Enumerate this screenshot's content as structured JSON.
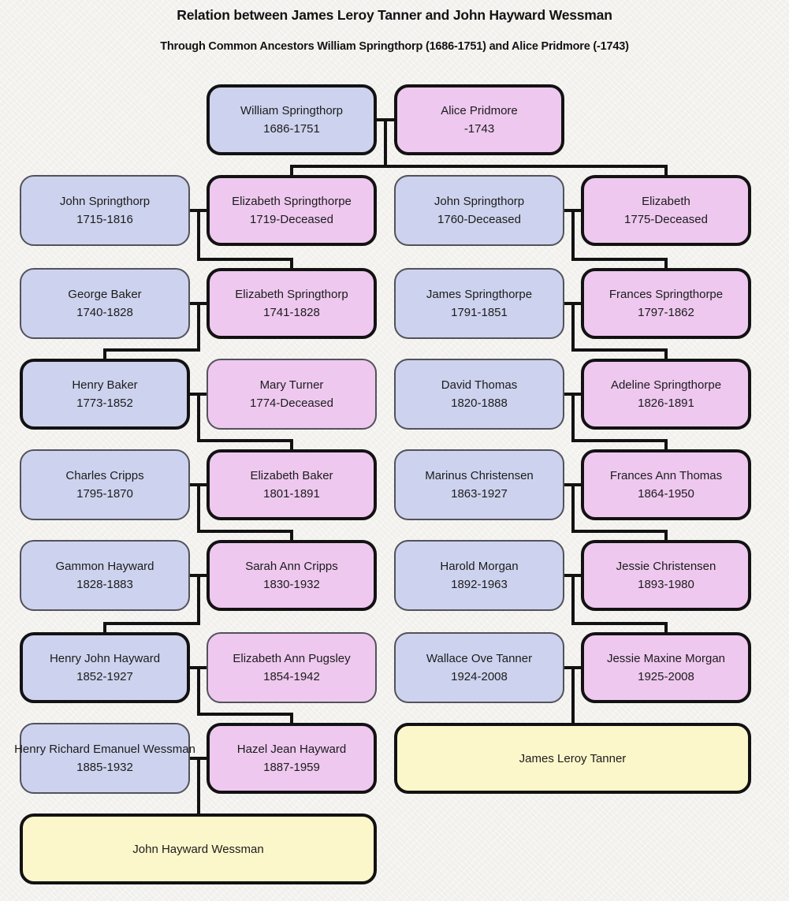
{
  "header": {
    "title": "Relation between James Leroy Tanner and John Hayward Wessman",
    "subtitle": "Through Common Ancestors William Springthorp (1686-1751) and Alice Pridmore (-1743)"
  },
  "colors": {
    "male_fill": "#cdd3ee",
    "female_fill": "#eec8ef",
    "result_fill": "#fcf7ca",
    "border_strong": "#121212",
    "border_light": "#52525a",
    "connector": "#121212",
    "background": "#f4f3f0"
  },
  "people": [
    {
      "id": "william",
      "row": 1,
      "col": 2,
      "span": 1,
      "sex": "male",
      "emphasis": true,
      "name": "William Springthorp",
      "dates": "1686-1751"
    },
    {
      "id": "alice",
      "row": 1,
      "col": 3,
      "span": 1,
      "sex": "female",
      "emphasis": true,
      "name": "Alice Pridmore",
      "dates": "-1743"
    },
    {
      "id": "john1715",
      "row": 2,
      "col": 1,
      "span": 1,
      "sex": "male",
      "emphasis": false,
      "name": "John Springthorp",
      "dates": "1715-1816"
    },
    {
      "id": "eliz1719",
      "row": 2,
      "col": 2,
      "span": 1,
      "sex": "female",
      "emphasis": true,
      "name": "Elizabeth Springthorpe",
      "dates": "1719-Deceased"
    },
    {
      "id": "john1760",
      "row": 2,
      "col": 3,
      "span": 1,
      "sex": "male",
      "emphasis": false,
      "name": "John Springthorp",
      "dates": "1760-Deceased"
    },
    {
      "id": "eliz1775",
      "row": 2,
      "col": 4,
      "span": 1,
      "sex": "female",
      "emphasis": true,
      "name": "Elizabeth",
      "dates": "1775-Deceased"
    },
    {
      "id": "george",
      "row": 3,
      "col": 1,
      "span": 1,
      "sex": "male",
      "emphasis": false,
      "name": "George Baker",
      "dates": "1740-1828"
    },
    {
      "id": "eliz1741",
      "row": 3,
      "col": 2,
      "span": 1,
      "sex": "female",
      "emphasis": true,
      "name": "Elizabeth Springthorp",
      "dates": "1741-1828"
    },
    {
      "id": "james1791",
      "row": 3,
      "col": 3,
      "span": 1,
      "sex": "male",
      "emphasis": false,
      "name": "James Springthorpe",
      "dates": "1791-1851"
    },
    {
      "id": "frances1797",
      "row": 3,
      "col": 4,
      "span": 1,
      "sex": "female",
      "emphasis": true,
      "name": "Frances Springthorpe",
      "dates": "1797-1862"
    },
    {
      "id": "henrybaker",
      "row": 4,
      "col": 1,
      "span": 1,
      "sex": "male",
      "emphasis": true,
      "name": "Henry Baker",
      "dates": "1773-1852"
    },
    {
      "id": "maryturner",
      "row": 4,
      "col": 2,
      "span": 1,
      "sex": "female",
      "emphasis": false,
      "name": "Mary Turner",
      "dates": "1774-Deceased"
    },
    {
      "id": "davidthomas",
      "row": 4,
      "col": 3,
      "span": 1,
      "sex": "male",
      "emphasis": false,
      "name": "David Thomas",
      "dates": "1820-1888"
    },
    {
      "id": "adeline",
      "row": 4,
      "col": 4,
      "span": 1,
      "sex": "female",
      "emphasis": true,
      "name": "Adeline Springthorpe",
      "dates": "1826-1891"
    },
    {
      "id": "charles",
      "row": 5,
      "col": 1,
      "span": 1,
      "sex": "male",
      "emphasis": false,
      "name": "Charles Cripps",
      "dates": "1795-1870"
    },
    {
      "id": "elizbaker",
      "row": 5,
      "col": 2,
      "span": 1,
      "sex": "female",
      "emphasis": true,
      "name": "Elizabeth Baker",
      "dates": "1801-1891"
    },
    {
      "id": "marinus",
      "row": 5,
      "col": 3,
      "span": 1,
      "sex": "male",
      "emphasis": false,
      "name": "Marinus Christensen",
      "dates": "1863-1927"
    },
    {
      "id": "francesann",
      "row": 5,
      "col": 4,
      "span": 1,
      "sex": "female",
      "emphasis": true,
      "name": "Frances Ann Thomas",
      "dates": "1864-1950"
    },
    {
      "id": "gammon",
      "row": 6,
      "col": 1,
      "span": 1,
      "sex": "male",
      "emphasis": false,
      "name": "Gammon Hayward",
      "dates": "1828-1883"
    },
    {
      "id": "sarahann",
      "row": 6,
      "col": 2,
      "span": 1,
      "sex": "female",
      "emphasis": true,
      "name": "Sarah Ann Cripps",
      "dates": "1830-1932"
    },
    {
      "id": "harold",
      "row": 6,
      "col": 3,
      "span": 1,
      "sex": "male",
      "emphasis": false,
      "name": "Harold Morgan",
      "dates": "1892-1963"
    },
    {
      "id": "jessiec",
      "row": 6,
      "col": 4,
      "span": 1,
      "sex": "female",
      "emphasis": true,
      "name": "Jessie Christensen",
      "dates": "1893-1980"
    },
    {
      "id": "henryjohn",
      "row": 7,
      "col": 1,
      "span": 1,
      "sex": "male",
      "emphasis": true,
      "name": "Henry John Hayward",
      "dates": "1852-1927"
    },
    {
      "id": "elizpugsley",
      "row": 7,
      "col": 2,
      "span": 1,
      "sex": "female",
      "emphasis": false,
      "name": "Elizabeth Ann Pugsley",
      "dates": "1854-1942"
    },
    {
      "id": "wallace",
      "row": 7,
      "col": 3,
      "span": 1,
      "sex": "male",
      "emphasis": false,
      "name": "Wallace Ove Tanner",
      "dates": "1924-2008"
    },
    {
      "id": "jessiemaxine",
      "row": 7,
      "col": 4,
      "span": 1,
      "sex": "female",
      "emphasis": true,
      "name": "Jessie Maxine Morgan",
      "dates": "1925-2008"
    },
    {
      "id": "henrywessman",
      "row": 8,
      "col": 1,
      "span": 1,
      "sex": "male",
      "emphasis": false,
      "name": "Henry Richard Emanuel Wessman",
      "dates": "1885-1932"
    },
    {
      "id": "hazel",
      "row": 8,
      "col": 2,
      "span": 1,
      "sex": "female",
      "emphasis": true,
      "name": "Hazel Jean Hayward",
      "dates": "1887-1959"
    },
    {
      "id": "jamestanner",
      "row": 8,
      "col": 3,
      "span": 2,
      "sex": "result",
      "emphasis": true,
      "name": "James Leroy Tanner",
      "dates": ""
    },
    {
      "id": "johnwessman",
      "row": 9,
      "col": 1,
      "span": 2,
      "sex": "result",
      "emphasis": true,
      "name": "John Hayward Wessman",
      "dates": ""
    }
  ],
  "links": [
    {
      "couple": [
        "william",
        "alice"
      ],
      "children": [
        "eliz1719",
        "eliz1775"
      ]
    },
    {
      "couple": [
        "john1715",
        "eliz1719"
      ],
      "children": [
        "eliz1741"
      ]
    },
    {
      "couple": [
        "john1760",
        "eliz1775"
      ],
      "children": [
        "frances1797"
      ]
    },
    {
      "couple": [
        "george",
        "eliz1741"
      ],
      "children": [
        "henrybaker"
      ]
    },
    {
      "couple": [
        "james1791",
        "frances1797"
      ],
      "children": [
        "adeline"
      ]
    },
    {
      "couple": [
        "henrybaker",
        "maryturner"
      ],
      "children": [
        "elizbaker"
      ]
    },
    {
      "couple": [
        "davidthomas",
        "adeline"
      ],
      "children": [
        "francesann"
      ]
    },
    {
      "couple": [
        "charles",
        "elizbaker"
      ],
      "children": [
        "sarahann"
      ]
    },
    {
      "couple": [
        "marinus",
        "francesann"
      ],
      "children": [
        "jessiec"
      ]
    },
    {
      "couple": [
        "gammon",
        "sarahann"
      ],
      "children": [
        "henryjohn"
      ]
    },
    {
      "couple": [
        "harold",
        "jessiec"
      ],
      "children": [
        "jessiemaxine"
      ]
    },
    {
      "couple": [
        "henryjohn",
        "elizpugsley"
      ],
      "children": [
        "hazel"
      ]
    },
    {
      "couple": [
        "wallace",
        "jessiemaxine"
      ],
      "children": [
        "jamestanner"
      ]
    },
    {
      "couple": [
        "henrywessman",
        "hazel"
      ],
      "children": [
        "johnwessman"
      ]
    }
  ]
}
